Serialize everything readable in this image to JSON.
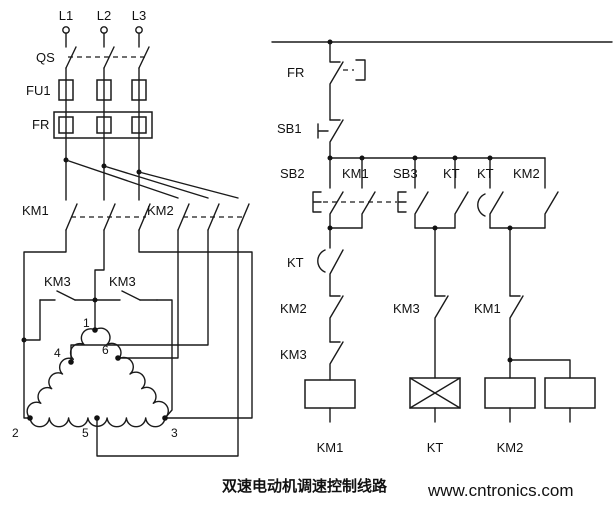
{
  "caption": "双速电动机调速控制线路",
  "watermark": "www.cntronics.com",
  "colors": {
    "line": "#1a1a1a",
    "watermark": "#7cc47c"
  },
  "power": {
    "phases": [
      "L1",
      "L2",
      "L3"
    ],
    "qs_label": "QS",
    "fu1_label": "FU1",
    "fr_label": "FR",
    "km1_label": "KM1",
    "km2_label": "KM2",
    "km3_left_label": "KM3",
    "km3_right_label": "KM3",
    "terminals": {
      "t1": "1",
      "t2": "2",
      "t3": "3",
      "t4": "4",
      "t5": "5",
      "t6": "6"
    }
  },
  "control": {
    "fr_label": "FR",
    "sb1_label": "SB1",
    "sb2_label": "SB2",
    "km1_aux_label": "KM1",
    "sb3_label": "SB3",
    "kt_no_label": "KT",
    "kt_delayed_label": "KT",
    "km2_aux_label": "KM2",
    "kt_left_label": "KT",
    "km2_nc_label": "KM2",
    "km3_nc_label": "KM3",
    "km3_nc_mid_label": "KM3",
    "km1_nc_label": "KM1",
    "coil_labels": {
      "km1": "KM1",
      "kt": "KT",
      "km2": "KM2"
    }
  }
}
